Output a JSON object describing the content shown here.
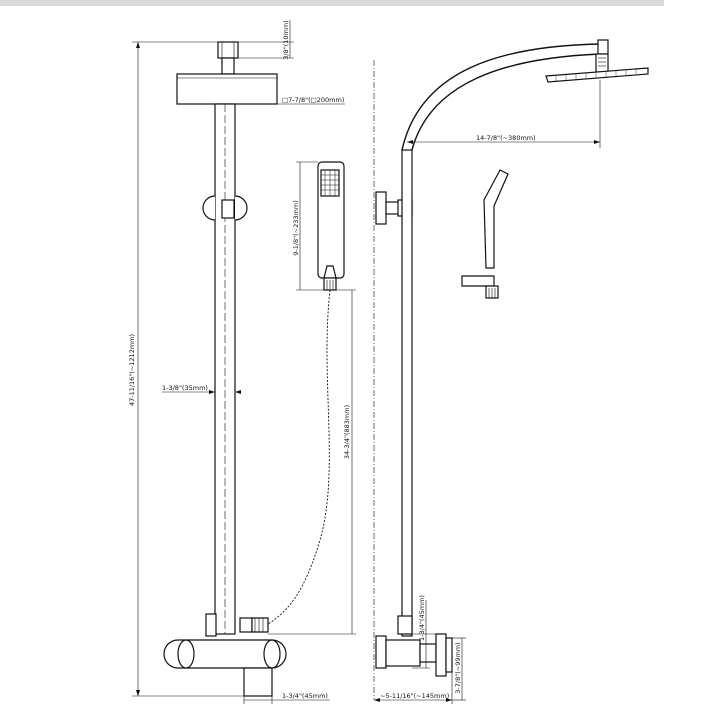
{
  "dimensions": {
    "head_thickness": "3/8\"(10mm)",
    "head_size": "□7-7/8\"(□200mm)",
    "overall_height": "47-11/16\"(~1212mm)",
    "pipe_diameter": "1-3/8\"(35mm)",
    "valve_width": "1-3/4\"(45mm)",
    "handshower_length": "9-1/8\"(~233mm)",
    "hose_height": "34-3/4\"(883mm)",
    "arm_reach": "14-7/8\"(~380mm)",
    "valve_depth": "1-3/4\"(45mm)",
    "handle_height": "3-7/8\"(~99mm)",
    "wall_projection": "~5-11/16\"(~145mm)"
  }
}
